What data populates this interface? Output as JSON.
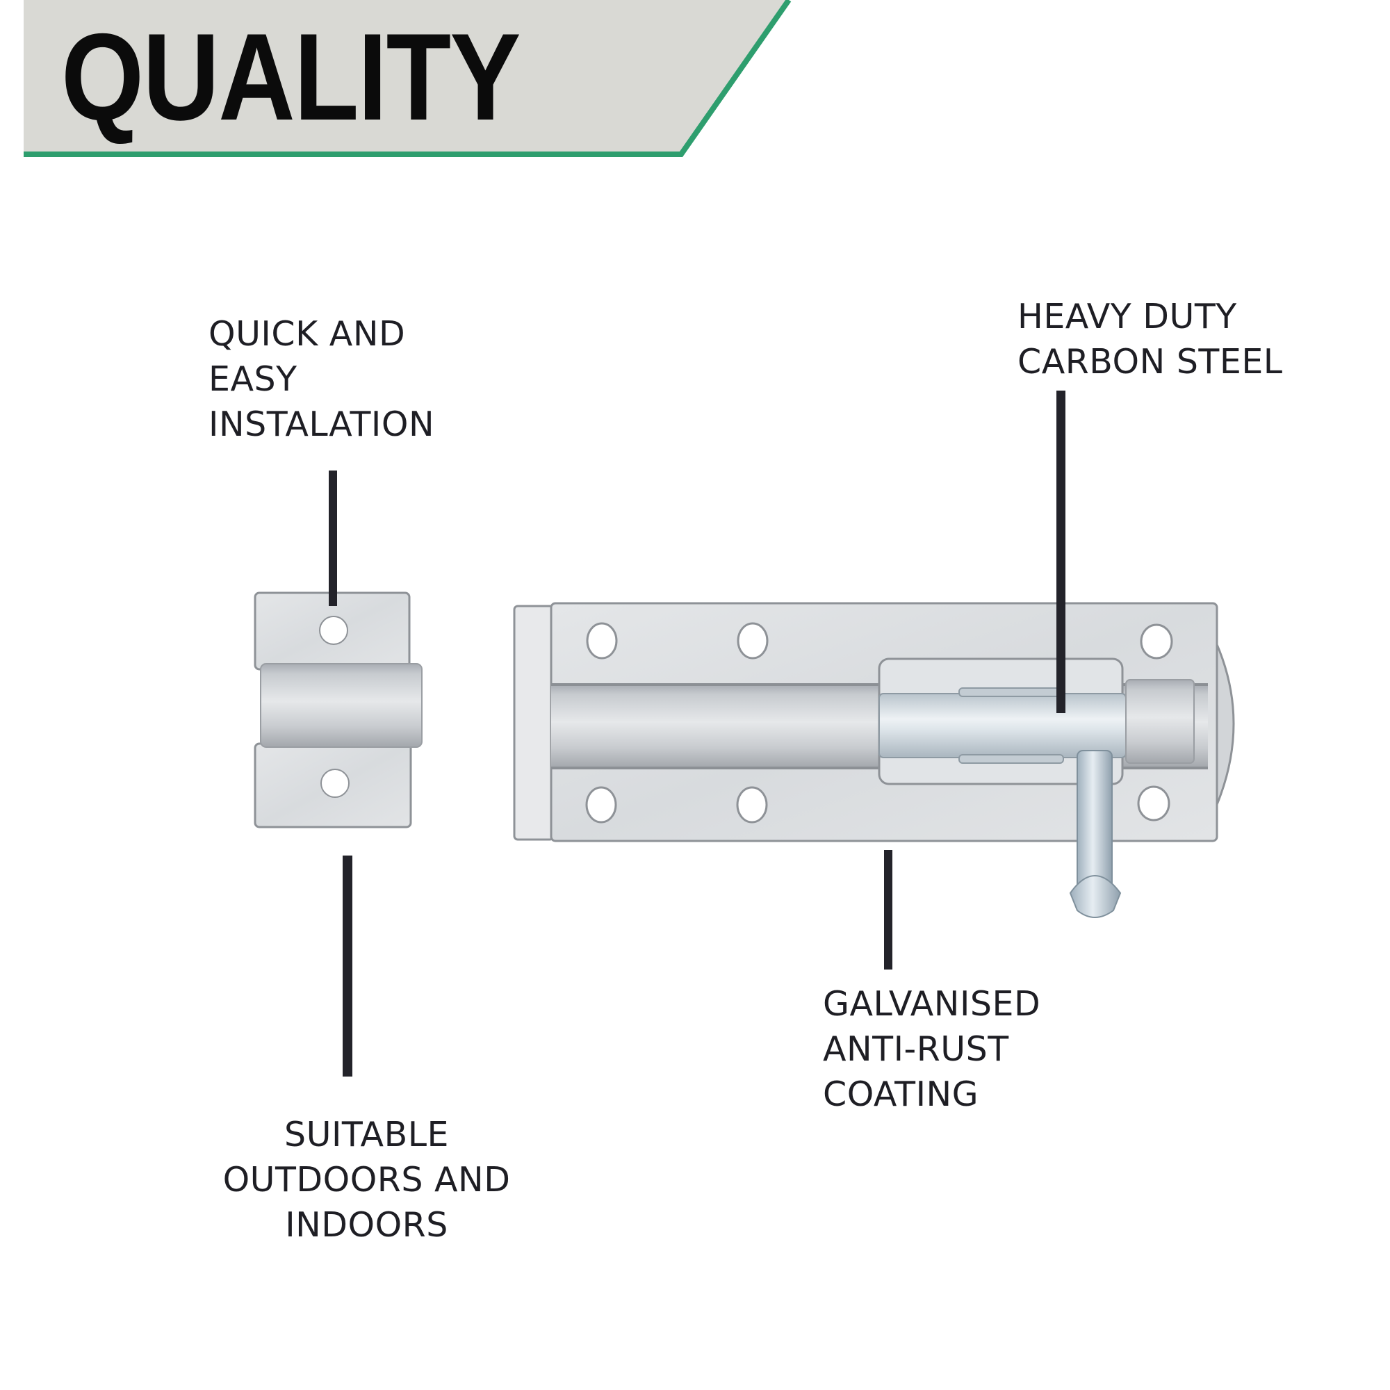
{
  "banner": {
    "title": "QUALITY",
    "fill_color": "#d9d9d4",
    "accent_color": "#2e9e6e"
  },
  "product": {
    "name": "galvanised tower bolt with keeper",
    "parts": [
      "keeper",
      "bolt-plate",
      "bolt",
      "handle-knob"
    ],
    "metal_color": "#d4d8dc"
  },
  "callouts": [
    {
      "id": "installation",
      "lines": [
        "QUICK AND",
        "EASY",
        "INSTALATION"
      ]
    },
    {
      "id": "outdoor-indoor",
      "lines": [
        "SUITABLE",
        "OUTDOORS AND",
        "INDOORS"
      ]
    },
    {
      "id": "coating",
      "lines": [
        "GALVANISED",
        "ANTI-RUST",
        "COATING"
      ]
    },
    {
      "id": "material",
      "lines": [
        "HEAVY DUTY",
        "CARBON STEEL"
      ]
    }
  ]
}
